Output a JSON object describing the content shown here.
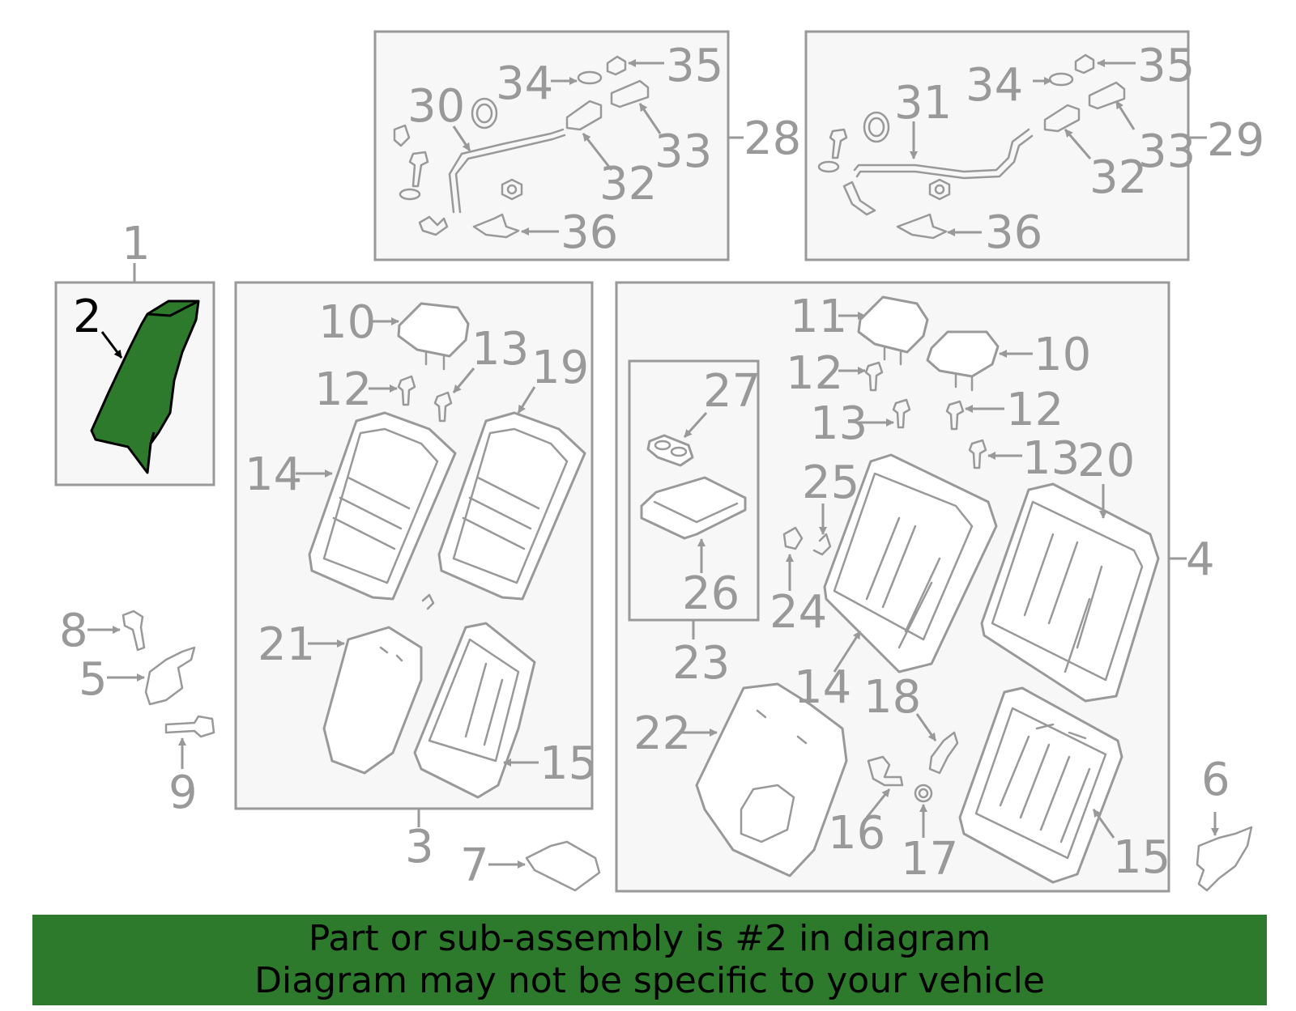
{
  "diagram": {
    "highlighted_part": "2",
    "highlight_color": "#2d7a2d",
    "labels": {
      "l1": "1",
      "l2": "2",
      "l3": "3",
      "l4": "4",
      "l5": "5",
      "l6": "6",
      "l7": "7",
      "l8": "8",
      "l9": "9",
      "l10a": "10",
      "l10b": "10",
      "l11": "11",
      "l12a": "12",
      "l12b": "12",
      "l12c": "12",
      "l13a": "13",
      "l13b": "13",
      "l13c": "13",
      "l14a": "14",
      "l14b": "14",
      "l15a": "15",
      "l15b": "15",
      "l16": "16",
      "l17": "17",
      "l18": "18",
      "l19": "19",
      "l20": "20",
      "l21": "21",
      "l22": "22",
      "l23": "23",
      "l24": "24",
      "l25": "25",
      "l26": "26",
      "l27": "27",
      "l28": "28",
      "l29": "29",
      "l30": "30",
      "l31": "31",
      "l32a": "32",
      "l32b": "32",
      "l33a": "33",
      "l33b": "33",
      "l34a": "34",
      "l34b": "34",
      "l35a": "35",
      "l35b": "35",
      "l36a": "36",
      "l36b": "36"
    }
  },
  "banner": {
    "line1": "Part or sub-assembly is #2 in diagram",
    "line2": "Diagram may not be specific to your vehicle",
    "color": "#2d7a2d"
  }
}
